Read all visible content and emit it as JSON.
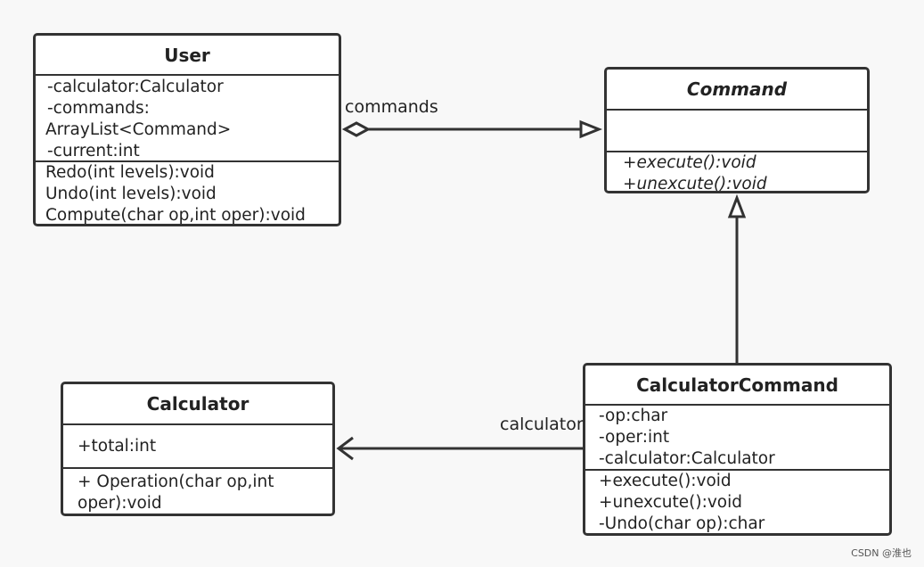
{
  "classes": {
    "user": {
      "name": "User",
      "attributes": [
        "-calculator:Calculator",
        "-commands:",
        "ArrayList<Command>",
        "-current:int"
      ],
      "methods": [
        "Redo(int levels):void",
        "Undo(int levels):void",
        "Compute(char op,int oper):void"
      ]
    },
    "command": {
      "name": "Command",
      "attributes": [],
      "methods": [
        "+execute():void",
        "+unexcute():void"
      ]
    },
    "calculator": {
      "name": "Calculator",
      "attributes": [
        "+total:int"
      ],
      "methods": [
        "+ Operation(char op,int",
        "oper):void"
      ]
    },
    "calculator_command": {
      "name": "CalculatorCommand",
      "attributes": [
        "-op:char",
        "-oper:int",
        "-calculator:Calculator"
      ],
      "methods": [
        "+execute():void",
        "+unexcute():void",
        "-Undo(char op):char"
      ]
    }
  },
  "relations": {
    "user_command": {
      "label": "commands",
      "kind": "aggregation",
      "from": "User",
      "to": "Command"
    },
    "calc_command_generalization": {
      "kind": "generalization",
      "from": "CalculatorCommand",
      "to": "Command"
    },
    "calc_command_calculator": {
      "label": "calculator",
      "kind": "association",
      "from": "CalculatorCommand",
      "to": "Calculator"
    }
  },
  "watermark": "CSDN @淮也",
  "colors": {
    "line": "#333333",
    "background": "#f8f8f8",
    "box": "#ffffff"
  }
}
